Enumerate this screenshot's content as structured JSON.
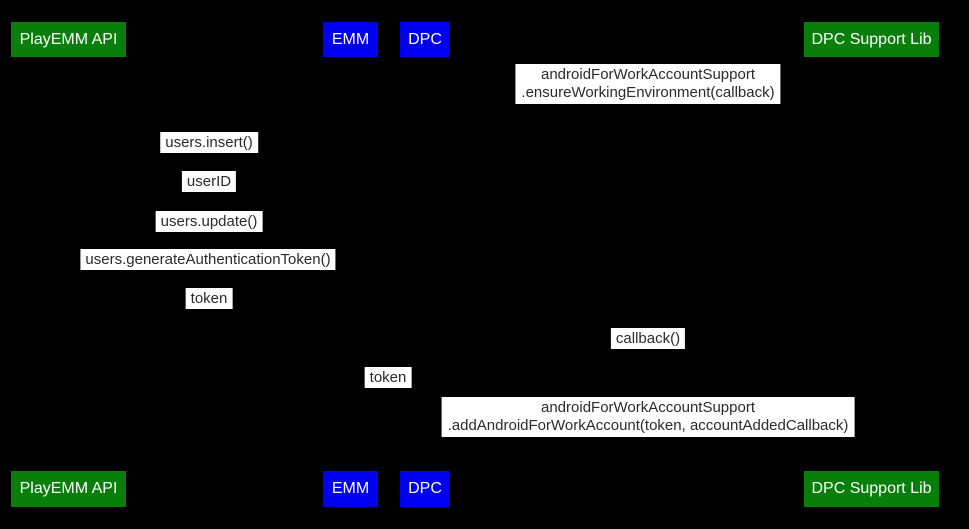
{
  "diagram": {
    "type": "sequence-diagram",
    "background_color": "#000000",
    "actor_box_colors": {
      "green": "#0a7e0a",
      "blue": "#0000ee"
    },
    "actor_text_color": "#ffffff",
    "message_label_bg": "#ffffff",
    "message_label_text_color": "#2b2b2b",
    "actors": {
      "playemm": "PlayEMM API",
      "emm": "EMM",
      "dpc": "DPC",
      "dpclib": "DPC Support Lib"
    },
    "messages": {
      "ensure_env_line1": "androidForWorkAccountSupport",
      "ensure_env_line2": ".ensureWorkingEnvironment(callback)",
      "users_insert": "users.insert()",
      "user_id": "userID",
      "users_update": "users.update()",
      "generate_token": "users.generateAuthenticationToken()",
      "token_response": "token",
      "callback_invoke": "callback()",
      "token_forward": "token",
      "add_account_line1": "androidForWorkAccountSupport",
      "add_account_line2": ".addAndroidForWorkAccount(token, accountAddedCallback)"
    }
  }
}
